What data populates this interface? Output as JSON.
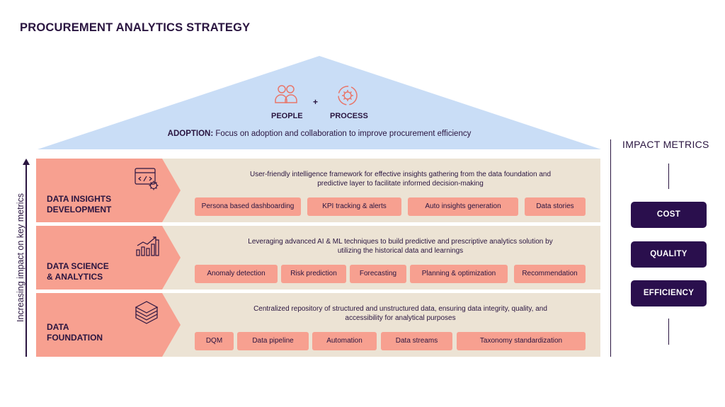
{
  "title": "PROCUREMENT ANALYTICS STRATEGY",
  "roof": {
    "people": "PEOPLE",
    "plus": "+",
    "process": "PROCESS",
    "adoption_label": "ADOPTION:",
    "adoption_text": " Focus on adoption and collaboration to improve procurement efficiency"
  },
  "axis_label": "Increasing impact on key metrics",
  "rows": [
    {
      "title_line1": "DATA INSIGHTS",
      "title_line2": "DEVELOPMENT",
      "icon": "code-monitor-gear-icon",
      "description": "User-friendly intelligence framework for effective insights gathering from the data foundation and predictive layer to facilitate informed decision-making",
      "chips": [
        "Persona based dashboarding",
        "KPI tracking & alerts",
        "Auto insights generation",
        "Data stories"
      ]
    },
    {
      "title_line1": "DATA SCIENCE",
      "title_line2": "& ANALYTICS",
      "icon": "bar-chart-trend-icon",
      "description": "Leveraging advanced AI & ML techniques to build predictive and prescriptive analytics solution by utilizing the historical data and learnings",
      "chips": [
        "Anomaly detection",
        "Risk prediction",
        "Forecasting",
        "Planning & optimization",
        "Recommendation"
      ]
    },
    {
      "title_line1": "DATA",
      "title_line2": "FOUNDATION",
      "icon": "layers-stack-icon",
      "description": "Centralized repository of structured and unstructured data, ensuring data integrity, quality, and accessibility for analytical purposes",
      "chips": [
        "DQM",
        "Data pipeline",
        "Automation",
        "Data streams",
        "Taxonomy standardization"
      ]
    }
  ],
  "metrics": {
    "title": "IMPACT METRICS",
    "items": [
      "COST",
      "QUALITY",
      "EFFICIENCY"
    ]
  },
  "colors": {
    "dark_purple": "#2a0f4d",
    "roof_blue": "#c9ddf6",
    "row_beige": "#ece3d4",
    "salmon": "#f7a090",
    "icon_coral": "#e8766a"
  }
}
